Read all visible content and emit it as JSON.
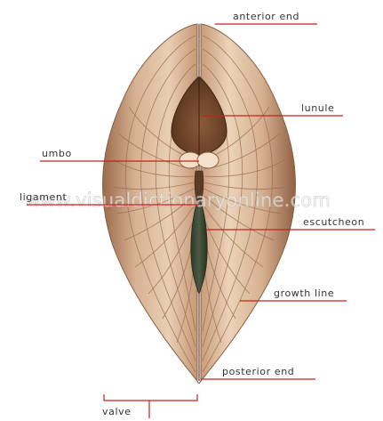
{
  "diagram": {
    "labels": {
      "anterior_end": "anterior end",
      "lunule": "lunule",
      "umbo": "umbo",
      "ligament": "ligament",
      "escutcheon": "escutcheon",
      "growth_line": "growth line",
      "posterior_end": "posterior end",
      "valve": "valve"
    },
    "watermark": "www.visualdictionaryonline.com",
    "colors": {
      "leader_line": "#cc1f1f",
      "shell_light": "#ecd2b6",
      "shell_mid": "#c99f7c",
      "shell_dark": "#8d5e40",
      "lunule_fill": "#6b4128",
      "growth_line": "#9a6d4f",
      "label_text": "#333333"
    }
  }
}
